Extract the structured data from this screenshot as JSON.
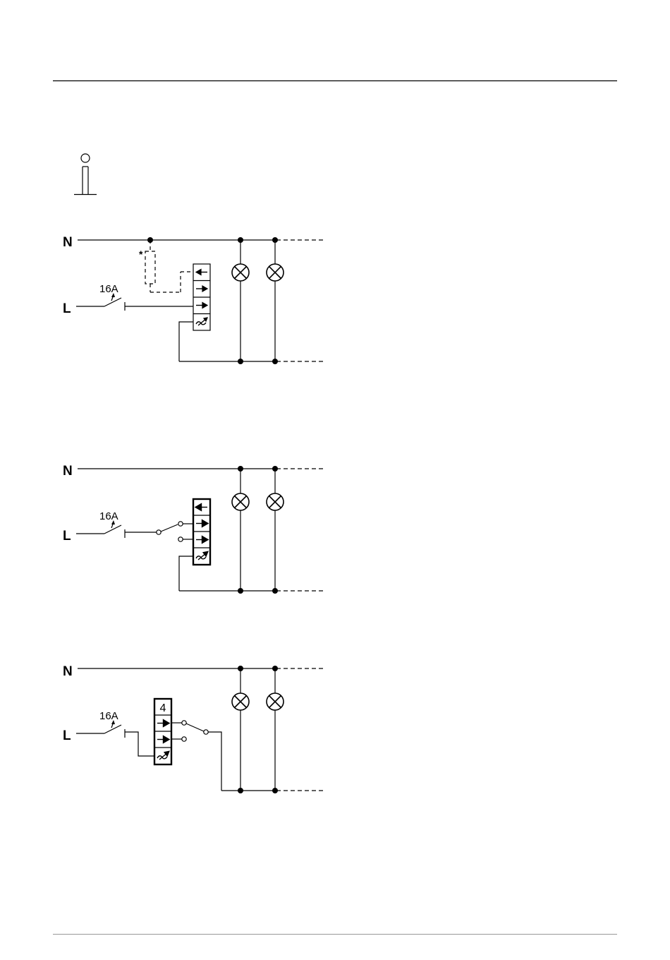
{
  "diagrams": [
    {
      "neutral_label": "N",
      "line_label": "L",
      "fuse_rating": "16A",
      "footnote_mark": "*"
    },
    {
      "neutral_label": "N",
      "line_label": "L",
      "fuse_rating": "16A"
    },
    {
      "neutral_label": "N",
      "line_label": "L",
      "fuse_rating": "16A",
      "terminal_number": "4"
    }
  ],
  "icons": {
    "info": "info-icon",
    "lamp": "lamp-icon",
    "arrow_in": "arrow-in-terminal-icon",
    "arrow_out": "arrow-out-terminal-icon",
    "load_output": "load-output-icon"
  }
}
